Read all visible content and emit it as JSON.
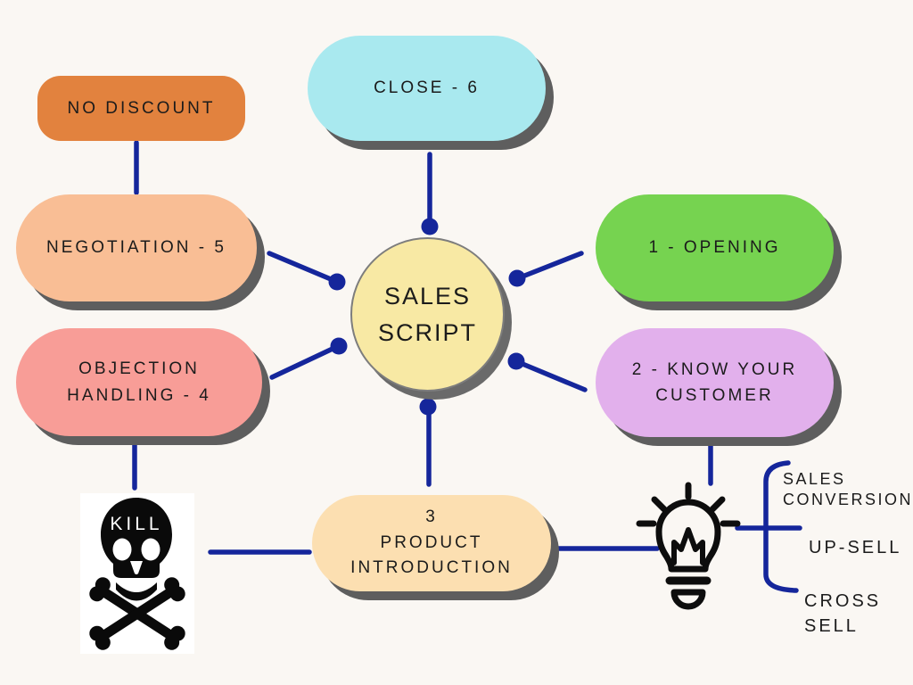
{
  "canvas": {
    "bg_color": "#FAF7F3",
    "line_color": "#15269B",
    "shadow_color": "#5E5E5E",
    "text_color": "#1B1B1B"
  },
  "center": {
    "label": "SALES\nSCRIPT",
    "bg": "#F8E9A4"
  },
  "nodes": [
    {
      "id": "no-discount",
      "label": "NO DISCOUNT",
      "bg": "#E2823E"
    },
    {
      "id": "close",
      "label": "CLOSE - 6",
      "bg": "#A9E9EF"
    },
    {
      "id": "negotiation",
      "label": "NEGOTIATION - 5",
      "bg": "#F9BE95"
    },
    {
      "id": "opening",
      "label": "1 - OPENING",
      "bg": "#76D350"
    },
    {
      "id": "objection",
      "label": "OBJECTION\nHANDLING - 4",
      "bg": "#F89D97"
    },
    {
      "id": "know-customer",
      "label": "2 - KNOW YOUR\nCUSTOMER",
      "bg": "#E2B0EC"
    },
    {
      "id": "product-intro",
      "label": "3\nPRODUCT\nINTRODUCTION",
      "bg": "#FCDFB1"
    }
  ],
  "branches": [
    {
      "id": "sales-conversion",
      "label": "SALES\nCONVERSION"
    },
    {
      "id": "up-sell",
      "label": "UP-SELL"
    },
    {
      "id": "cross-sell",
      "label": "CROSS\nSELL"
    }
  ],
  "icons": {
    "skull": {
      "label": "KILL",
      "color": "#0A0A0A",
      "bg": "#FFFFFF"
    },
    "bulb": {
      "color": "#0D0D0D"
    }
  }
}
